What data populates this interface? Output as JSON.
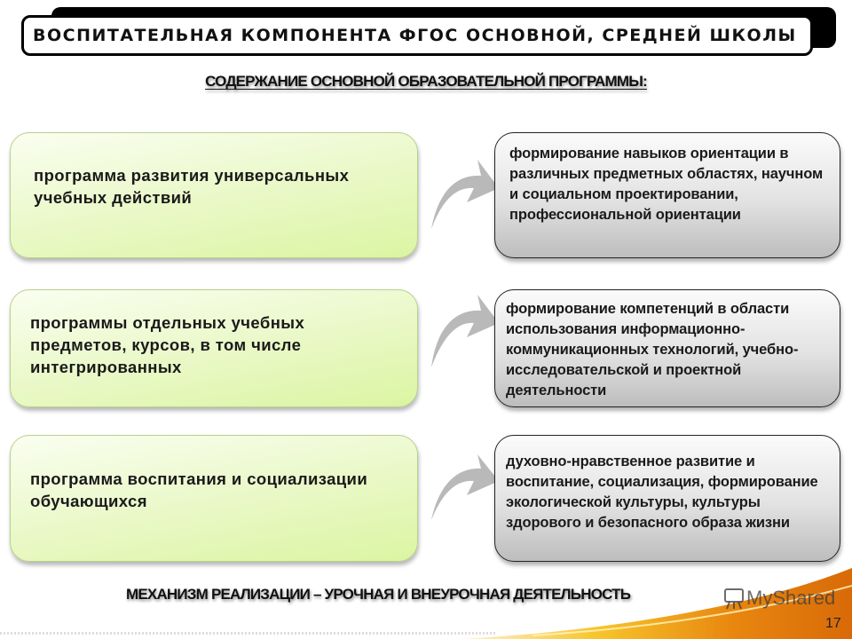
{
  "header": {
    "title": "ВОСПИТАТЕЛЬНАЯ  КОМПОНЕНТА  ФГОС  ОСНОВНОЙ,  СРЕДНЕЙ  ШКОЛЫ",
    "subtitle": "СОДЕРЖАНИЕ ОСНОВНОЙ ОБРАЗОВАТЕЛЬНОЙ ПРОГРАММЫ:"
  },
  "rows": [
    {
      "program": "программа развития универсальных учебных действий",
      "arrow_icon": "curved-arrow-right",
      "outcome": "формирование навыков ориентации в различных предметных областях, научном и социальном проектировании, профессиональной ориентации"
    },
    {
      "program": "программы отдельных учебных предметов, курсов, в том числе интегрированных",
      "arrow_icon": "curved-arrow-right",
      "outcome": "формирование компетенций в области использования информационно-коммуникационных технологий, учебно-исследовательской и проектной деятельности"
    },
    {
      "program": "программа воспитания и социализации обучающихся",
      "arrow_icon": "curved-arrow-right",
      "outcome": "духовно-нравственное развитие и воспитание, социализация, формирование экологической культуры, культуры здорового и безопасного образа жизни"
    }
  ],
  "footer": {
    "mechanism": "МЕХАНИЗМ РЕАЛИЗАЦИИ – УРОЧНАЯ И ВНЕУРОЧНАЯ ДЕЯТЕЛЬНОСТЬ",
    "watermark": "MyShared",
    "page_number": "17"
  },
  "colors": {
    "green_box_top": "#fafef0",
    "green_box_bottom": "#dbf5a2",
    "gray_box_top": "#fbfbfb",
    "gray_box_bottom": "#bdbdbd",
    "arrow": "#b9b9b9",
    "swoosh_orange": "#e8860f",
    "swoosh_yellow": "#f7c42b"
  }
}
